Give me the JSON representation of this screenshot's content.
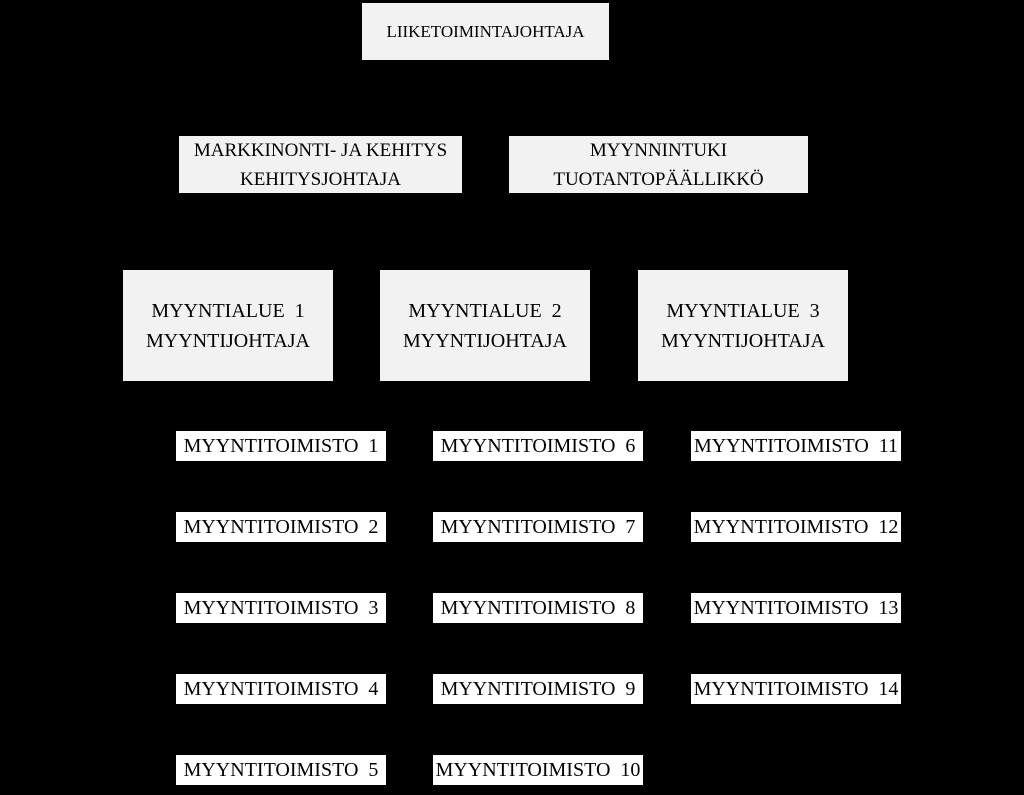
{
  "top": {
    "ceo": "LIIKETOIMINTAJOHTAJA"
  },
  "middle": {
    "marketing": {
      "line1": "MARKKINONTI- JA KEHITYS",
      "line2": "KEHITYSJOHTAJA"
    },
    "support": {
      "line1": "MYYNNINTUKI",
      "line2": "TUOTANTOPÄÄLLIKKÖ"
    }
  },
  "areas": [
    {
      "line1": "MYYNTIALUE  1",
      "line2": "MYYNTIJOHTAJA"
    },
    {
      "line1": "MYYNTIALUE  2",
      "line2": "MYYNTIJOHTAJA"
    },
    {
      "line1": "MYYNTIALUE  3",
      "line2": "MYYNTIJOHTAJA"
    }
  ],
  "offices": {
    "area1": [
      "MYYNTITOIMISTO  1",
      "MYYNTITOIMISTO  2",
      "MYYNTITOIMISTO  3",
      "MYYNTITOIMISTO  4",
      "MYYNTITOIMISTO  5"
    ],
    "area2": [
      "MYYNTITOIMISTO  6",
      "MYYNTITOIMISTO  7",
      "MYYNTITOIMISTO  8",
      "MYYNTITOIMISTO  9",
      "MYYNTITOIMISTO  10"
    ],
    "area3": [
      "MYYNTITOIMISTO  11",
      "MYYNTITOIMISTO  12",
      "MYYNTITOIMISTO  13",
      "MYYNTITOIMISTO  14"
    ]
  },
  "colors": {
    "background": "#000000",
    "box_grey": "#f2f2f2",
    "box_white": "#ffffff",
    "text": "#000000"
  }
}
